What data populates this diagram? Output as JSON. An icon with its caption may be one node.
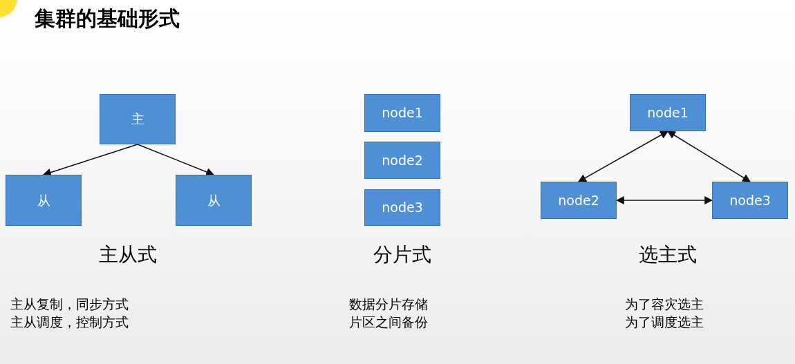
{
  "diagram": {
    "title": "集群的基础形式",
    "nodes": [
      {
        "text": [
          "主"
        ]
      },
      {
        "text": [
          "从"
        ]
      },
      {
        "text": [
          "从"
        ]
      },
      {
        "text": [
          "node1"
        ]
      },
      {
        "text": [
          "node2"
        ]
      },
      {
        "text": [
          "node3"
        ]
      },
      {
        "text": [
          "node1"
        ]
      },
      {
        "text": [
          "node2"
        ]
      },
      {
        "text": [
          "node3"
        ]
      }
    ],
    "edges": [
      {
        "from": 0,
        "to": 1,
        "arrow": "to"
      },
      {
        "from": 0,
        "to": 2,
        "arrow": "to"
      },
      {
        "from": 6,
        "to": 7,
        "arrow": "both"
      },
      {
        "from": 6,
        "to": 8,
        "arrow": "both"
      },
      {
        "from": 7,
        "to": 8,
        "arrow": "both"
      }
    ],
    "labels": [
      "主从式",
      "分片式",
      "选主式",
      "主从复制，同步方式",
      "主从调度，控制方式",
      "数据分片存储",
      "片区之间备份",
      "为了容灾选主",
      "为了调度选主"
    ]
  }
}
